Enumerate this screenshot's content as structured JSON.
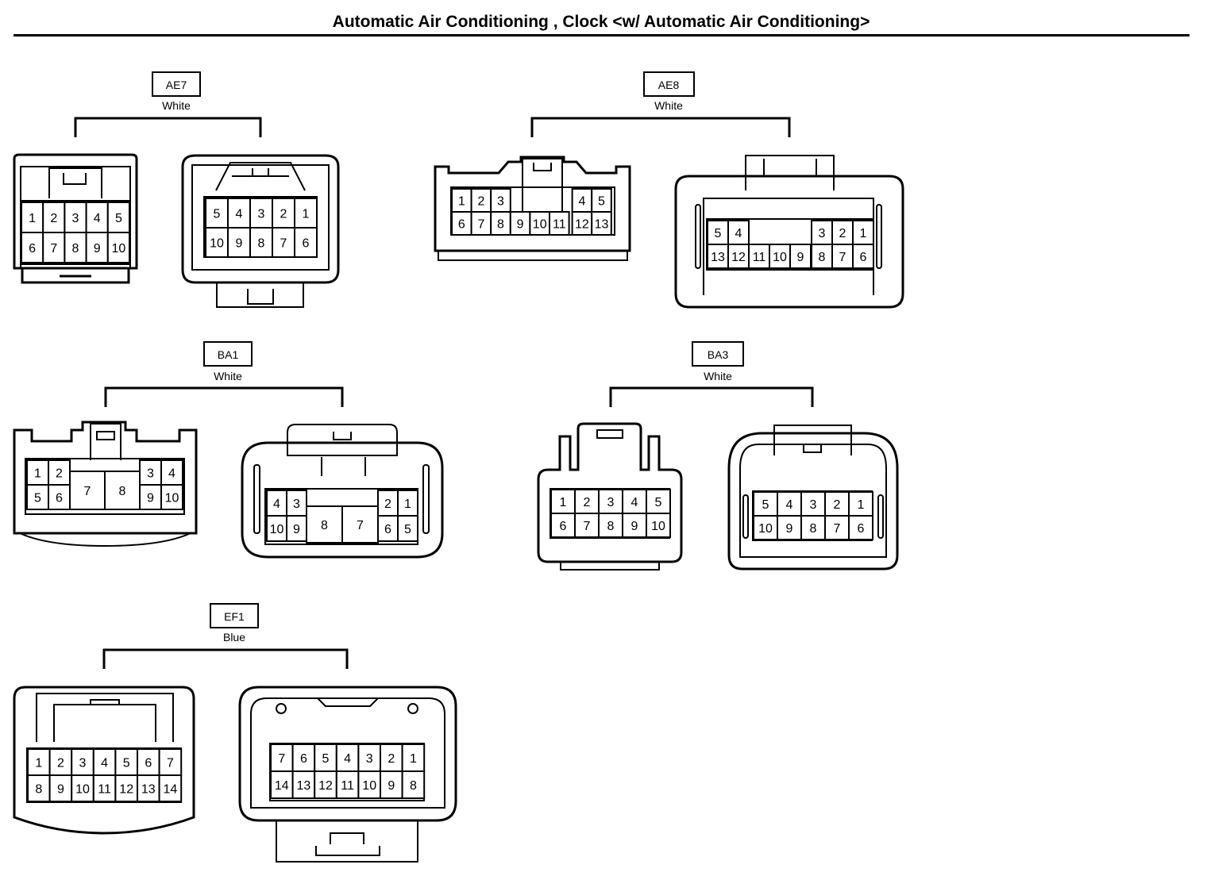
{
  "title": "Automatic Air Conditioning , Clock <w/ Automatic Air Conditioning>",
  "connectors": [
    {
      "id": "AE7",
      "color": "White",
      "views": [
        {
          "pins": [
            [
              "1",
              "2",
              "3",
              "4",
              "5"
            ],
            [
              "6",
              "7",
              "8",
              "9",
              "10"
            ]
          ]
        },
        {
          "pins": [
            [
              "5",
              "4",
              "3",
              "2",
              "1"
            ],
            [
              "10",
              "9",
              "8",
              "7",
              "6"
            ]
          ]
        }
      ]
    },
    {
      "id": "AE8",
      "color": "White",
      "views": [
        {
          "pins": [
            [
              "1",
              "2",
              "3",
              "",
              "",
              "",
              "4",
              "5"
            ],
            [
              "6",
              "7",
              "8",
              "9",
              "10",
              "11",
              "12",
              "13"
            ]
          ]
        },
        {
          "pins": [
            [
              "5",
              "4",
              "",
              "",
              "",
              "3",
              "2",
              "1"
            ],
            [
              "13",
              "12",
              "11",
              "10",
              "9",
              "8",
              "7",
              "6"
            ]
          ]
        }
      ]
    },
    {
      "id": "BA1",
      "color": "White",
      "views": [
        {
          "pins": [
            [
              "1",
              "2",
              "7",
              "8",
              "3",
              "4"
            ],
            [
              "5",
              "6",
              "9",
              "10"
            ]
          ]
        },
        {
          "pins": [
            [
              "4",
              "3",
              "8",
              "7",
              "2",
              "1"
            ],
            [
              "10",
              "9",
              "6",
              "5"
            ]
          ]
        }
      ]
    },
    {
      "id": "BA3",
      "color": "White",
      "views": [
        {
          "pins": [
            [
              "1",
              "2",
              "3",
              "4",
              "5"
            ],
            [
              "6",
              "7",
              "8",
              "9",
              "10"
            ]
          ]
        },
        {
          "pins": [
            [
              "5",
              "4",
              "3",
              "2",
              "1"
            ],
            [
              "10",
              "9",
              "8",
              "7",
              "6"
            ]
          ]
        }
      ]
    },
    {
      "id": "EF1",
      "color": "Blue",
      "views": [
        {
          "pins": [
            [
              "1",
              "2",
              "3",
              "4",
              "5",
              "6",
              "7"
            ],
            [
              "8",
              "9",
              "10",
              "11",
              "12",
              "13",
              "14"
            ]
          ]
        },
        {
          "pins": [
            [
              "7",
              "6",
              "5",
              "4",
              "3",
              "2",
              "1"
            ],
            [
              "14",
              "13",
              "12",
              "11",
              "10",
              "9",
              "8"
            ]
          ]
        }
      ]
    }
  ]
}
